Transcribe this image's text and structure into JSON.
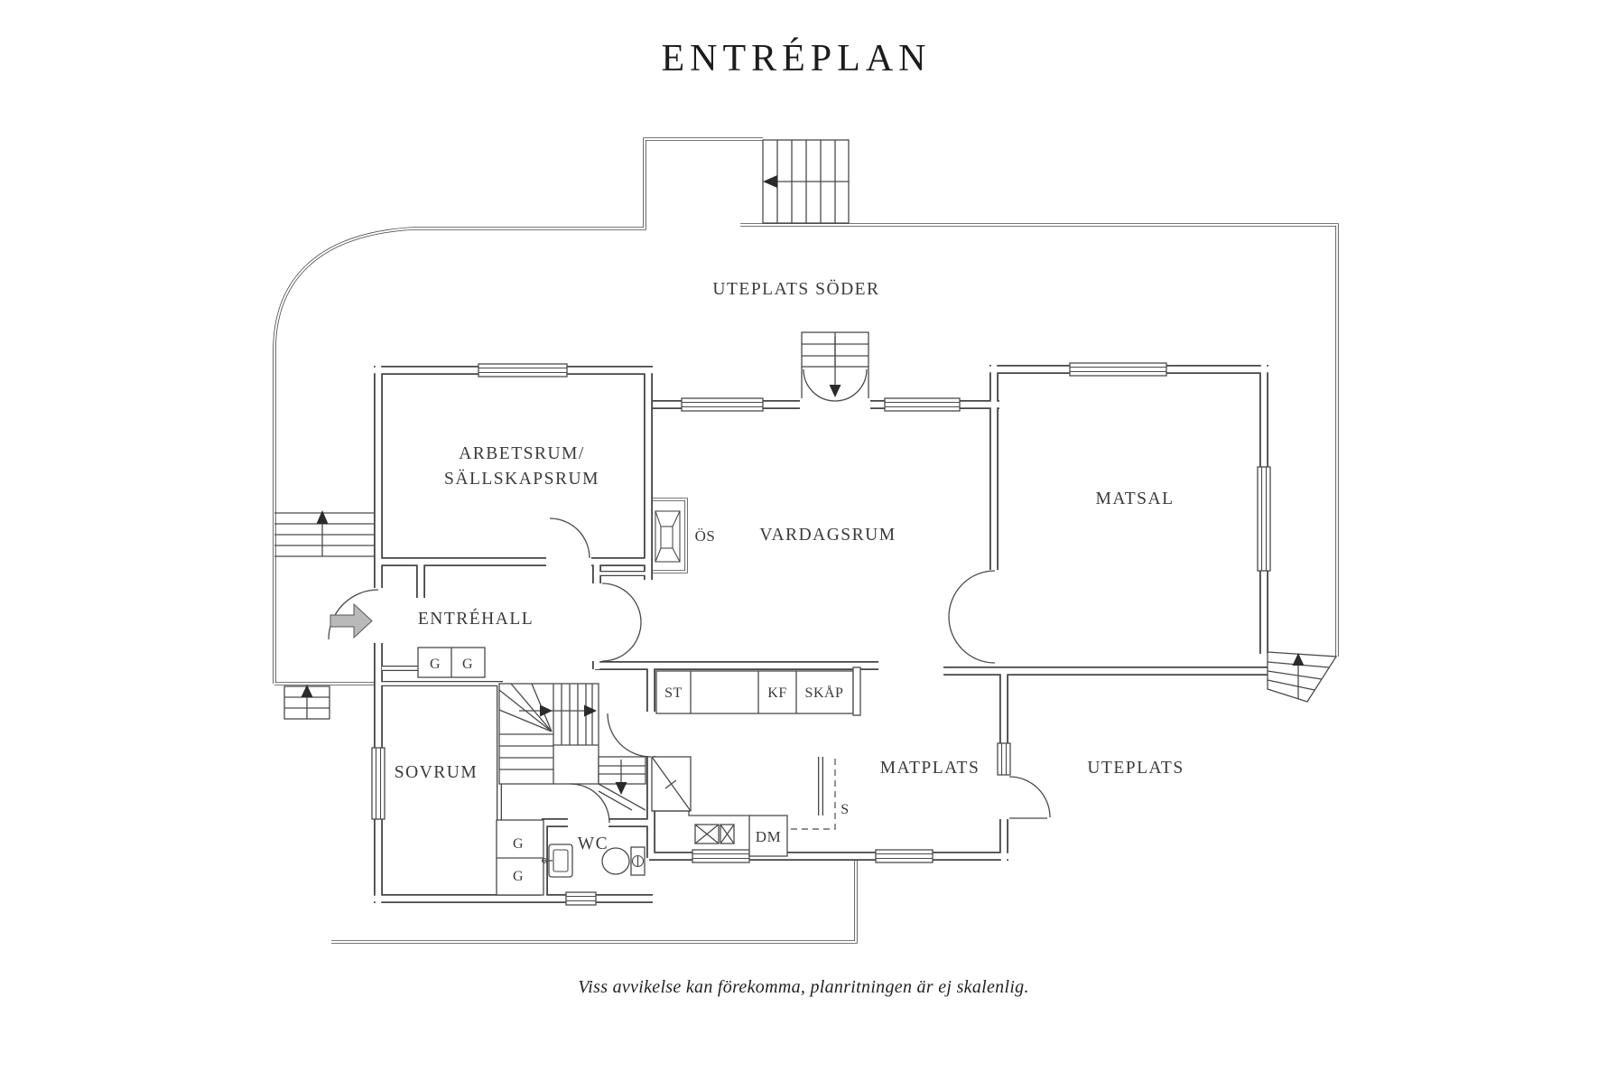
{
  "title": "ENTRÉPLAN",
  "footer": "Viss avvikelse kan förekomma, planritningen är ej skalenlig.",
  "plan": {
    "rooms": {
      "uteplats_soder": "UTEPLATS SÖDER",
      "arbetsrum_1": "ARBETSRUM/",
      "arbetsrum_2": "SÄLLSKAPSRUM",
      "vardagsrum": "VARDAGSRUM",
      "matsal": "MATSAL",
      "entrehall": "ENTRÉHALL",
      "sovrum": "SOVRUM",
      "wc": "WC",
      "matplats": "MATPLATS",
      "uteplats": "UTEPLATS"
    },
    "fixtures": {
      "os": "ÖS",
      "st": "ST",
      "kf": "KF",
      "skap": "SKÅP",
      "dm": "DM",
      "s": "S",
      "g": "G"
    }
  },
  "colors": {
    "wall": "#454545",
    "line": "#4a4a4a",
    "text": "#3a3a3a",
    "arrow_fill": "#b9b9b9",
    "background": "#ffffff"
  }
}
